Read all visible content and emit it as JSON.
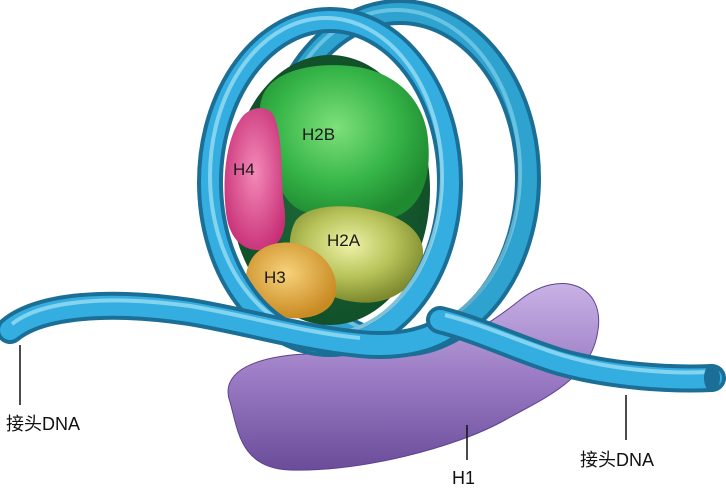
{
  "labels": {
    "h2b": "H2B",
    "h4": "H4",
    "h2a": "H2A",
    "h3": "H3",
    "h1": "H1",
    "linker_left": "接头DNA",
    "linker_right": "接头DNA"
  },
  "colors": {
    "dna": "#2ea3cf",
    "h2b": "#36b548",
    "h4": "#e0458c",
    "h2a": "#a6b44a",
    "h3": "#e0a23a",
    "h1": "#9b7bc4"
  }
}
